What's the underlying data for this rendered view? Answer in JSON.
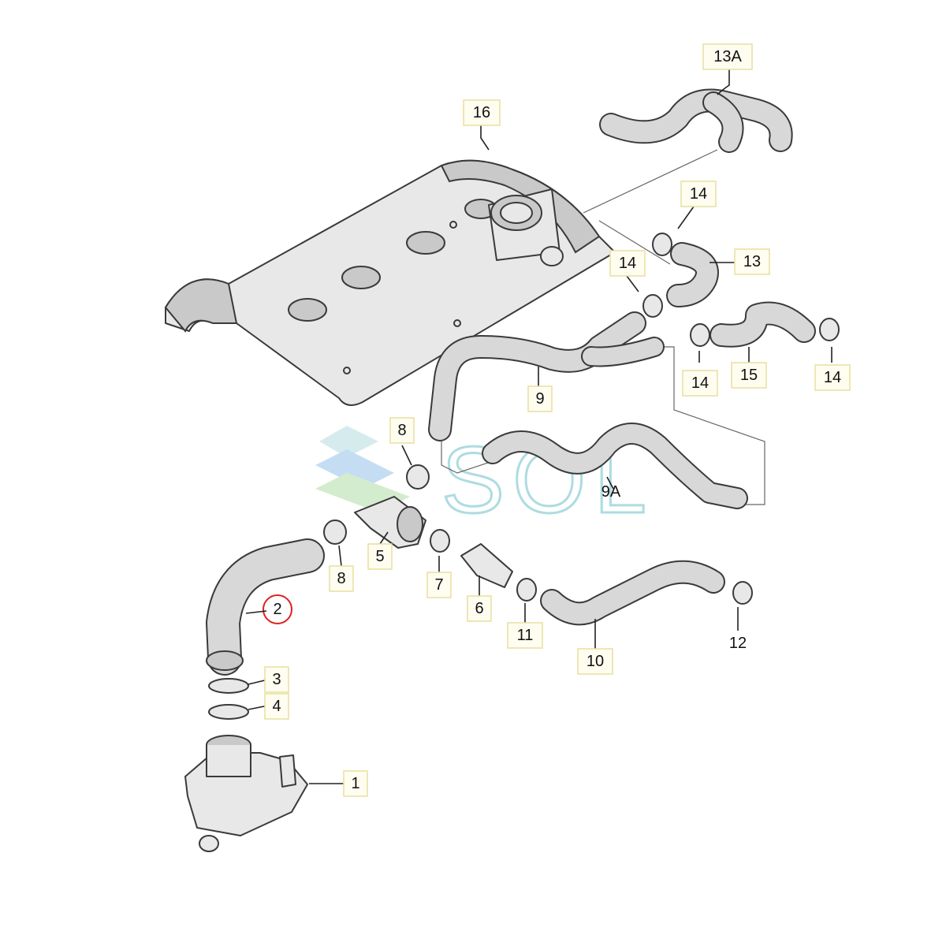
{
  "labels": {
    "l1": "1",
    "l2": "2",
    "l3": "3",
    "l4": "4",
    "l5": "5",
    "l6": "6",
    "l7": "7",
    "l8a": "8",
    "l8b": "8",
    "l9": "9",
    "l9a": "9A",
    "l10": "10",
    "l11": "11",
    "l12": "12",
    "l13": "13",
    "l13a": "13A",
    "l14a": "14",
    "l14b": "14",
    "l14c": "14",
    "l14d": "14",
    "l15": "15",
    "l16": "16"
  },
  "watermark": {
    "text": "SOL"
  },
  "colors": {
    "label_fill": "#fffdf0",
    "label_border": "#e9dfa0",
    "highlight": "#e02020",
    "watermark": "#9fd6dc"
  }
}
